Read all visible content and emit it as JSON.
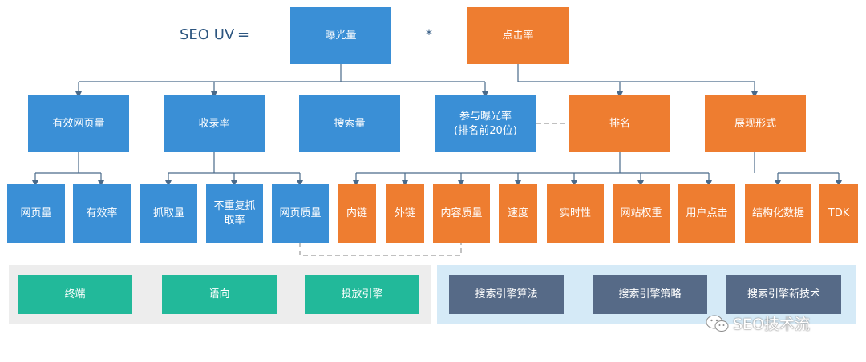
{
  "formula": {
    "left": "SEO UV",
    "equals": "=",
    "times": "*"
  },
  "top": {
    "impressions": "曝光量",
    "ctr": "点击率"
  },
  "level2": {
    "effective_pages": "有效网页量",
    "index_rate": "收录率",
    "search_volume": "搜索量",
    "exposure_rate": "参与曝光率\n(排名前20位)",
    "ranking": "排名",
    "display_format": "展现形式"
  },
  "level3": {
    "page_count": "网页量",
    "effective_rate": "有效率",
    "crawl_volume": "抓取量",
    "unique_crawl_rate": "不重复抓\n取率",
    "page_quality": "网页质量",
    "internal_links": "内链",
    "external_links": "外链",
    "content_quality": "内容质量",
    "speed": "速度",
    "timeliness": "实时性",
    "site_weight": "网站权重",
    "user_clicks": "用户点击",
    "structured_data": "结构化数据",
    "tdk": "TDK"
  },
  "bottom_left": [
    "终端",
    "语向",
    "投放引擎"
  ],
  "bottom_right": [
    "搜索引擎算法",
    "搜索引擎策略",
    "搜索引擎新技术"
  ],
  "watermark": "SEO技术流",
  "colors": {
    "blue": "#3a8fd6",
    "orange": "#ee7d30",
    "teal": "#22b99a",
    "slate": "#566a87",
    "line": "#4a6a8a"
  }
}
